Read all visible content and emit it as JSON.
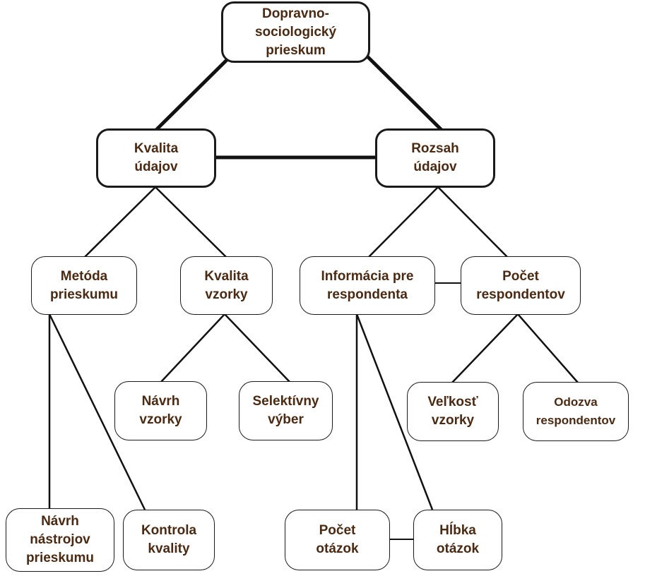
{
  "nodes": {
    "root": "Dopravno-\nsociologický\nprieskum",
    "kvalita_udajov": "Kvalita\núdajov",
    "rozsah_udajov": "Rozsah\núdajov",
    "metoda_prieskumu": "Metóda\nprieskumu",
    "kvalita_vzorky": "Kvalita\nvzorky",
    "informacia_pre_respondenta": "Informácia pre\nrespondenta",
    "pocet_respondentov": "Počet\nrespondentov",
    "navrh_vzorky": "Návrh\nvzorky",
    "selektivny_vyber": "Selektívny\nvýber",
    "velkost_vzorky": "Veľkosť\nvzorky",
    "odozva_respondentov": "Odozva\nrespondentov",
    "navrh_nastrojov": "Návrh\nnástrojov\nprieskumu",
    "kontrola_kvality": "Kontrola\nkvality",
    "pocet_otazok": "Počet\notázok",
    "hlbka_otazok": "Hĺbka\notázok"
  },
  "colors": {
    "text": "#4a2a12",
    "line": "#111111",
    "border": "#1a1a1a"
  }
}
